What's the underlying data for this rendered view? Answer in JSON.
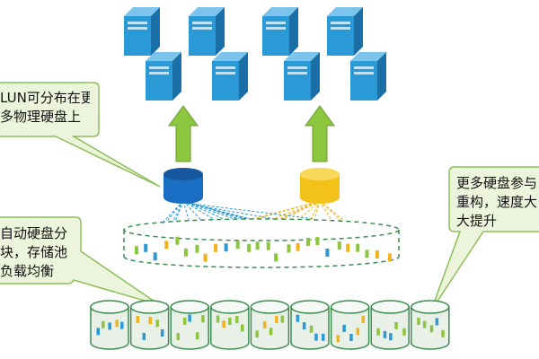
{
  "callouts": {
    "top": {
      "lines": [
        "LUN可分布在更",
        "多物理硬盘上"
      ]
    },
    "left": {
      "lines": [
        "自动硬盘分",
        "块，存储池",
        "负载均衡"
      ]
    },
    "right": {
      "lines": [
        "更多硬盘参与",
        "重构，速度大",
        "大提升"
      ]
    }
  },
  "colors": {
    "server": "#2a9ad6",
    "server_dark": "#1a6fa6",
    "lun_blue": "#1a6fc4",
    "lun_yellow": "#f2c21a",
    "arrow_green": "#8cc63f",
    "callout_fill": "#ecf4dc",
    "callout_stroke": "#8cbf5a",
    "pool_dash": "#3c8c50",
    "disk_fill": "#e8f0e8",
    "disk_stroke": "#3c8c50",
    "chunk_green": "#8cc63f",
    "chunk_blue": "#2a9ad6",
    "chunk_yellow": "#f2b21a",
    "link_blue": "#2a9ad6",
    "link_yellow": "#f2b21a"
  },
  "counts": {
    "servers": 8,
    "disks": 9,
    "luns": 2
  },
  "icons": [
    "server-icon",
    "lun-cylinder-icon",
    "up-arrow-icon",
    "disk-cylinder-icon"
  ]
}
